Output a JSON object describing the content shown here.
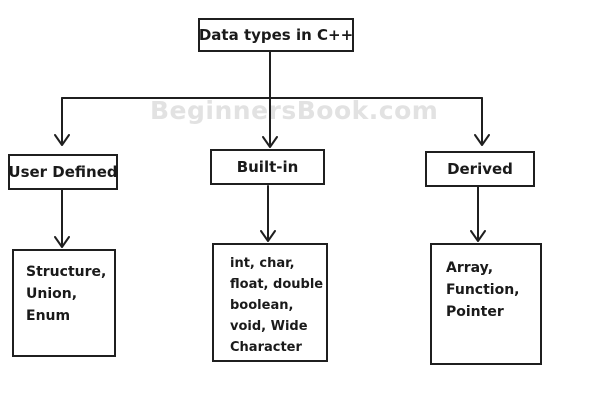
{
  "watermark": "BeginnersBook.com",
  "root": {
    "label": "Data types in C++"
  },
  "categories": [
    {
      "label": "User Defined",
      "items": [
        "Structure,",
        "Union,",
        "Enum"
      ]
    },
    {
      "label": "Built-in",
      "items": [
        "int, char,",
        "float, double",
        "boolean,",
        "void, Wide",
        "Character"
      ]
    },
    {
      "label": "Derived",
      "items": [
        "Array,",
        "Function,",
        "Pointer"
      ]
    }
  ],
  "colors": {
    "line": "#1f1f1f",
    "watermark": "#e2e2e2"
  }
}
